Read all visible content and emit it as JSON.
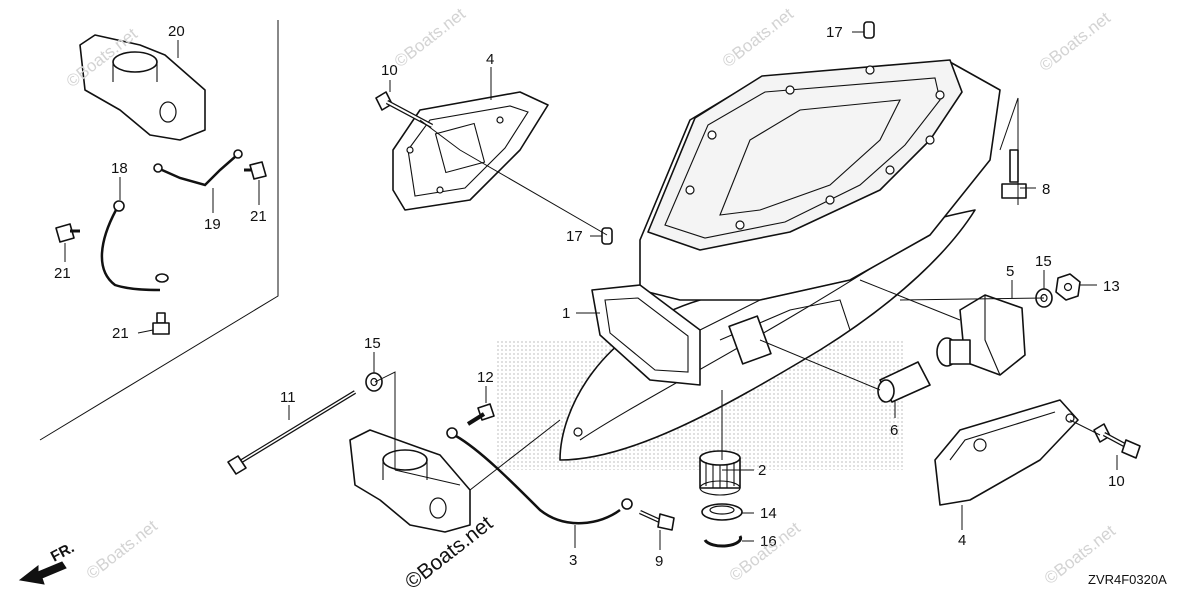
{
  "diagram": {
    "code": "ZVR4F0320A",
    "direction_label": "FR.",
    "watermark": "©Boats.net",
    "callouts": [
      "1",
      "2",
      "3",
      "4",
      "4",
      "5",
      "6",
      "8",
      "9",
      "10",
      "10",
      "11",
      "12",
      "13",
      "14",
      "15",
      "15",
      "16",
      "17",
      "17",
      "18",
      "19",
      "20",
      "21",
      "21",
      "21"
    ]
  }
}
